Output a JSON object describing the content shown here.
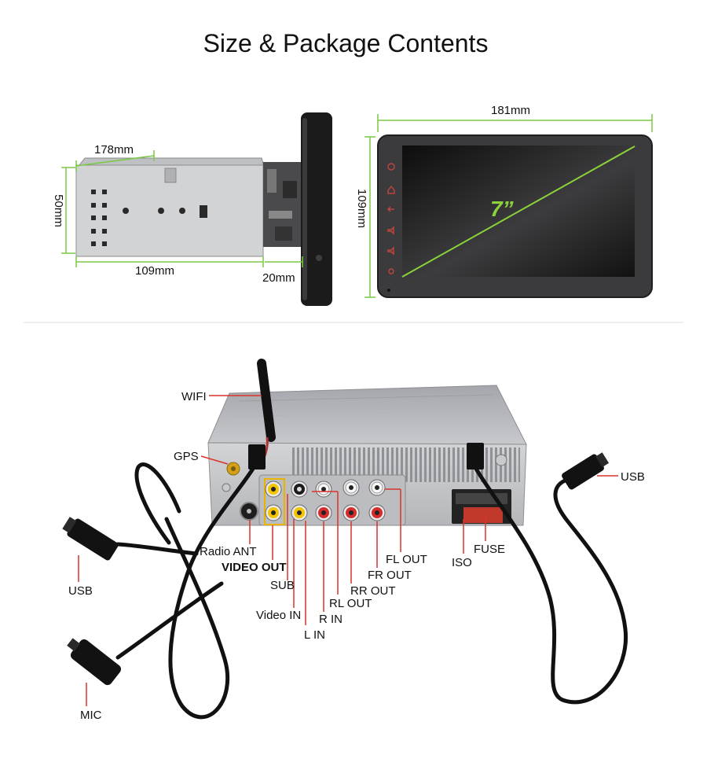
{
  "title": "Size & Package Contents",
  "side_view": {
    "depth_label": "178mm",
    "height_label": "50mm",
    "chassis_depth_label": "109mm",
    "faceplate_depth_label": "20mm"
  },
  "front_view": {
    "width_label": "181mm",
    "height_label": "109mm",
    "screen_size_label": "7”"
  },
  "rear_view": {
    "labels": {
      "wifi": "WIFI",
      "gps": "GPS",
      "radio_ant": "Radio ANT",
      "video_out": "VIDEO OUT",
      "sub": "SUB",
      "video_in": "Video IN",
      "l_in": "L IN",
      "r_in": "R IN",
      "rl_out": "RL OUT",
      "rr_out": "RR OUT",
      "fr_out": "FR OUT",
      "fl_out": "FL OUT",
      "iso": "ISO",
      "fuse": "FUSE",
      "usb_right": "USB",
      "usb_left": "USB",
      "mic": "MIC"
    }
  },
  "colors": {
    "dimension_line": "#7ac943",
    "callout_line": "#d9342b",
    "screen_diagonal": "#8cd23a"
  },
  "icons": [
    "wifi-antenna-icon",
    "gps-connector-icon",
    "usb-connector-icon",
    "mic-plug-icon",
    "rca-jack-icon",
    "iso-connector-icon"
  ]
}
